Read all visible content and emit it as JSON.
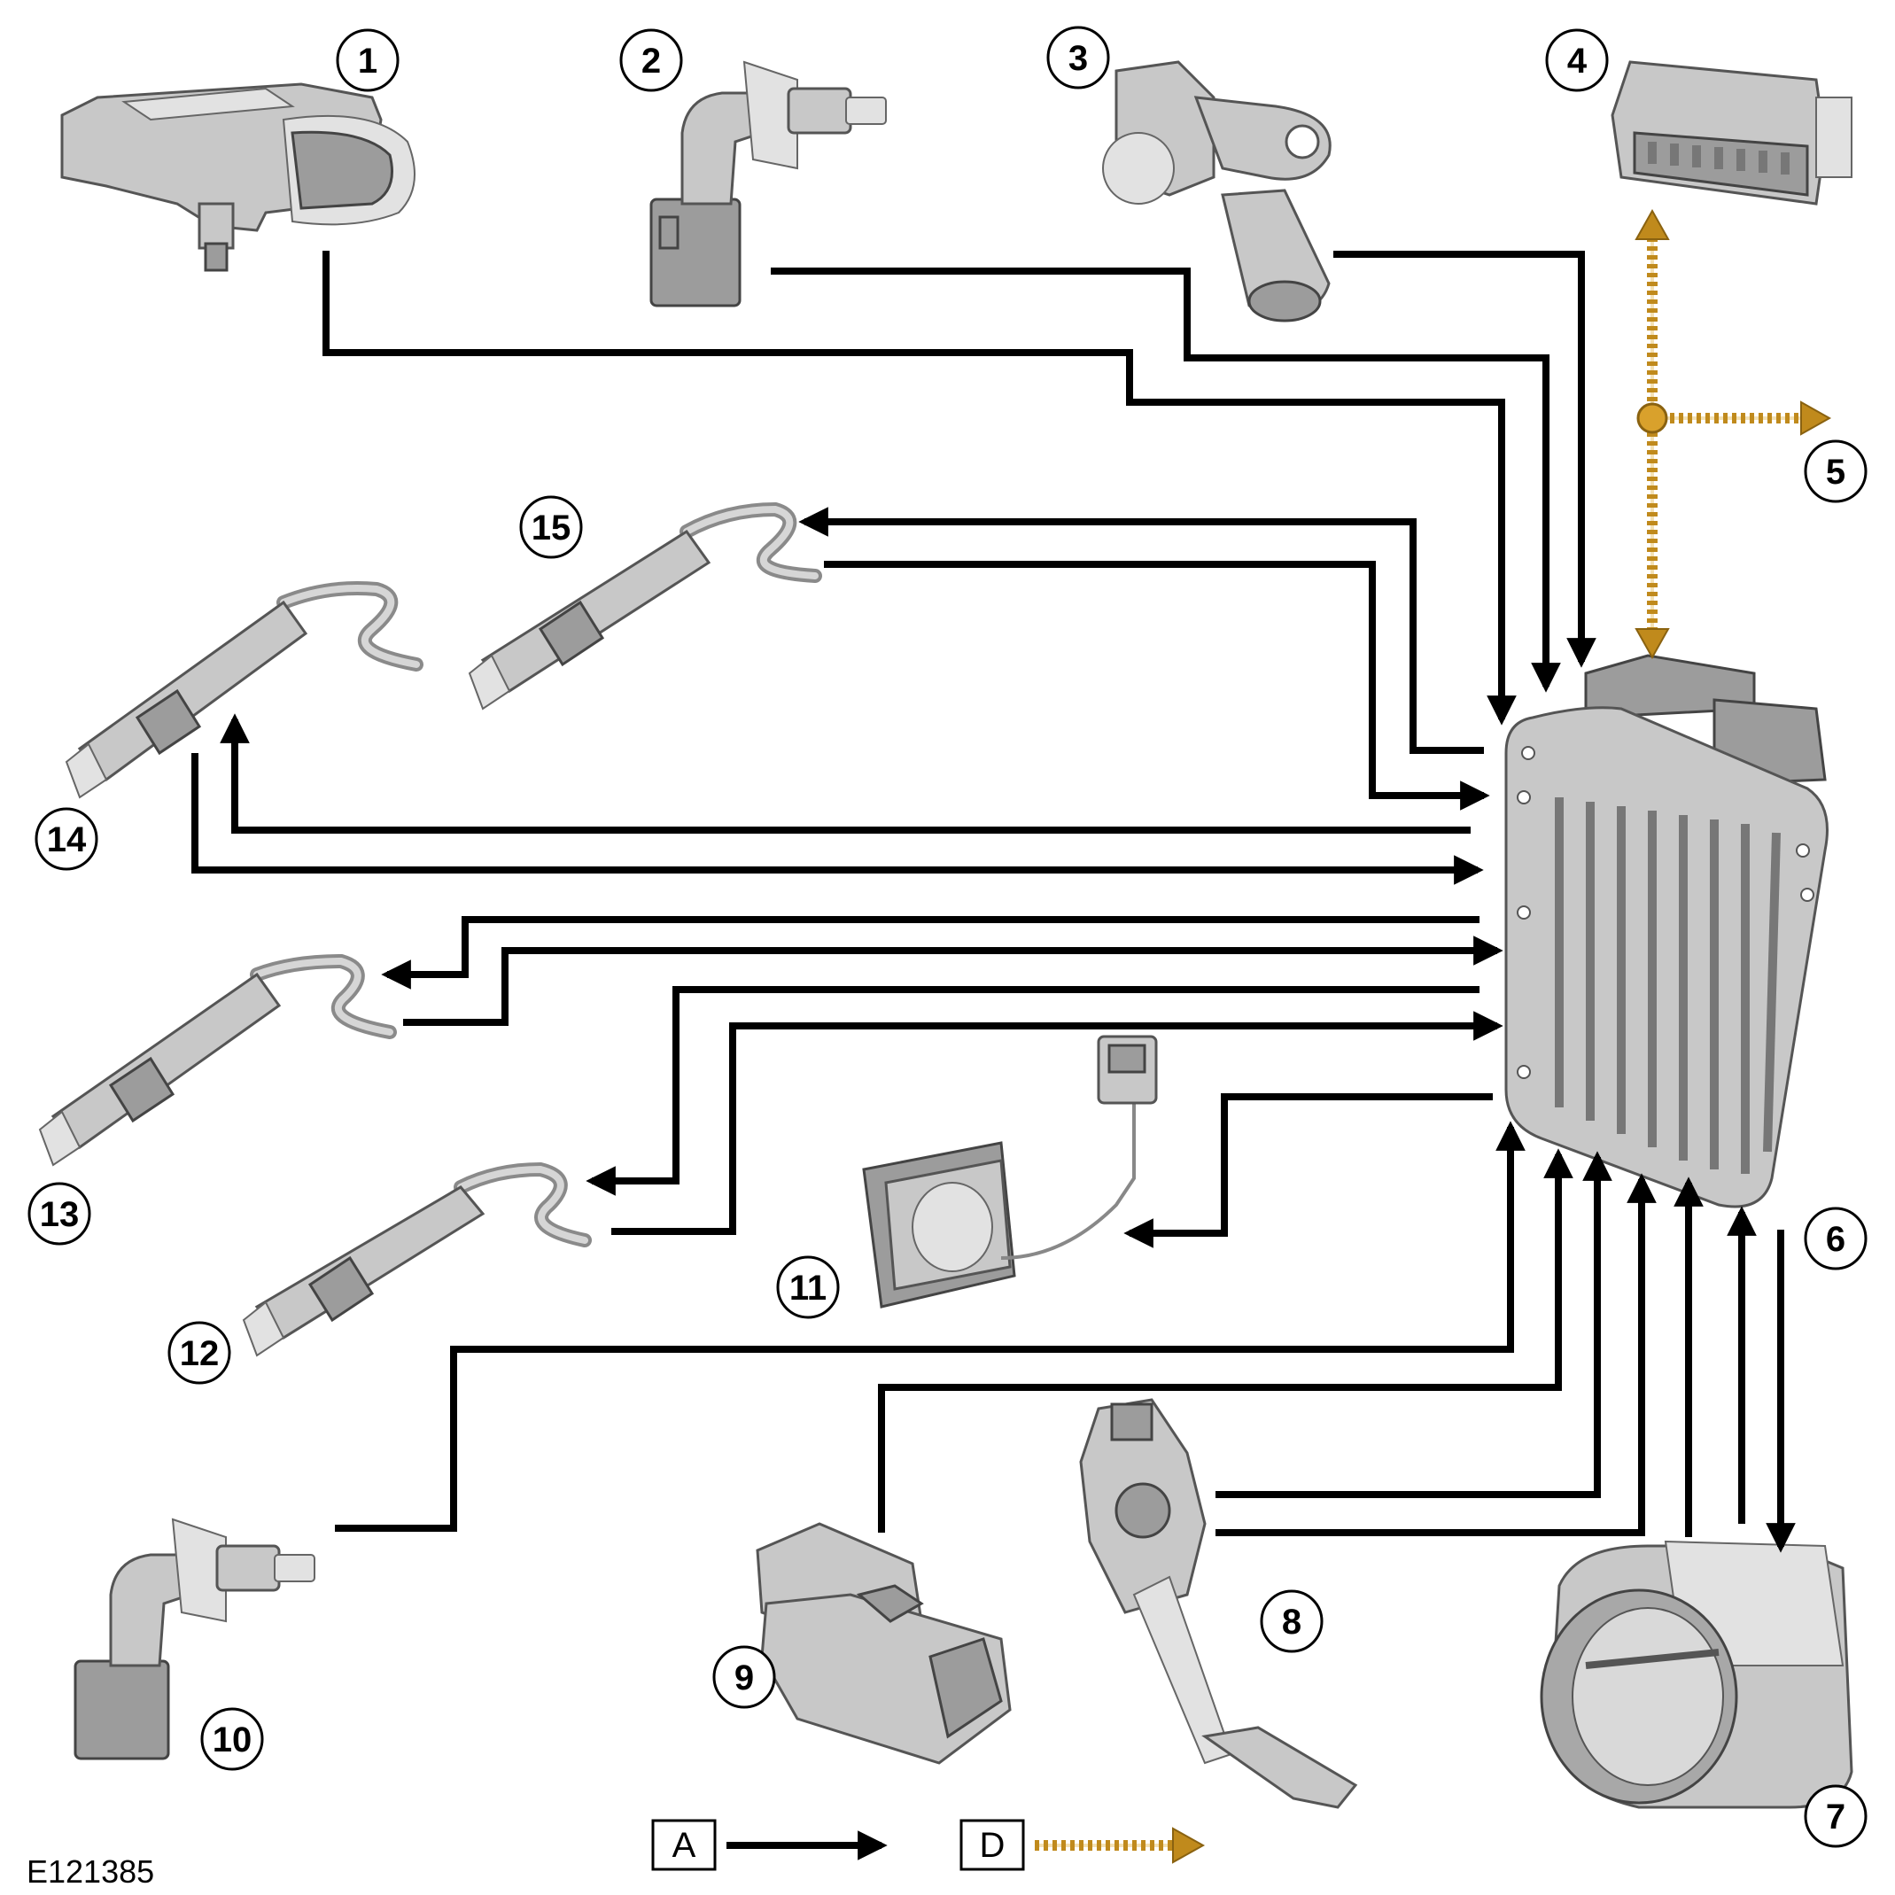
{
  "figure_ref": "E121385",
  "callouts": [
    "1",
    "2",
    "3",
    "4",
    "5",
    "6",
    "7",
    "8",
    "9",
    "10",
    "11",
    "12",
    "13",
    "14",
    "15"
  ],
  "legend": {
    "a_label": "A",
    "d_label": "D"
  },
  "colors": {
    "hardwired": "#000000",
    "can_bus": "#c08a1c"
  },
  "components": [
    "map-sensor",
    "temperature-sensor",
    "crankshaft-position-sensor",
    "diagnostic-connector",
    "engine-control-module",
    "throttle-body",
    "accelerator-pedal",
    "connector",
    "temperature-sensor",
    "knock-sensor",
    "oxygen-sensor"
  ]
}
